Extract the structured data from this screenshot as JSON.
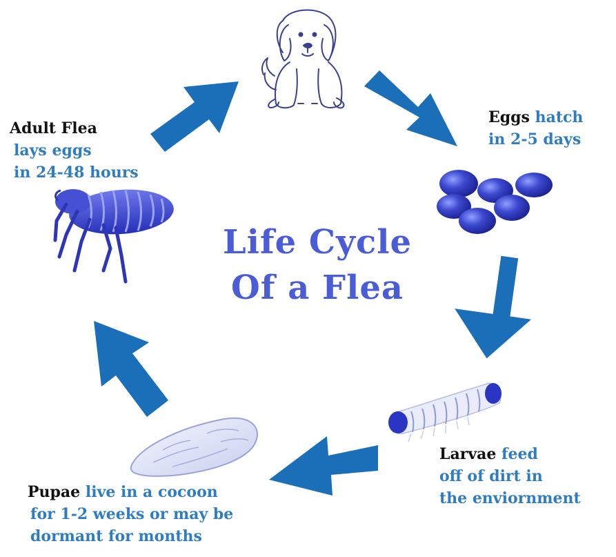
{
  "title": {
    "line1": "Life Cycle",
    "line2": "Of a Flea"
  },
  "stages": {
    "adult": {
      "name": "Adult Flea",
      "line1": "lays eggs",
      "line2": "in 24-48 hours"
    },
    "eggs": {
      "name": "Eggs",
      "line1_rest": "hatch",
      "line2": "in 2-5 days"
    },
    "larvae": {
      "name": "Larvae",
      "line1_rest": "feed",
      "line2": "off of dirt in",
      "line3": "the enviornment"
    },
    "pupae": {
      "name": "Pupae",
      "line1_rest": "live in a cocoon",
      "line2": "for 1-2 weeks or may be",
      "line3": "dormant for months"
    }
  },
  "colors": {
    "arrow": "#1a6fb8",
    "title": "#4a5cd6",
    "stage_name": "#111111",
    "stage_text": "#2f7dc0",
    "flea": "#3b45c8",
    "eggs": "#3440c4"
  },
  "icons": [
    "dog-icon",
    "adult-flea-icon",
    "eggs-icon",
    "larva-icon",
    "pupa-cocoon-icon"
  ]
}
